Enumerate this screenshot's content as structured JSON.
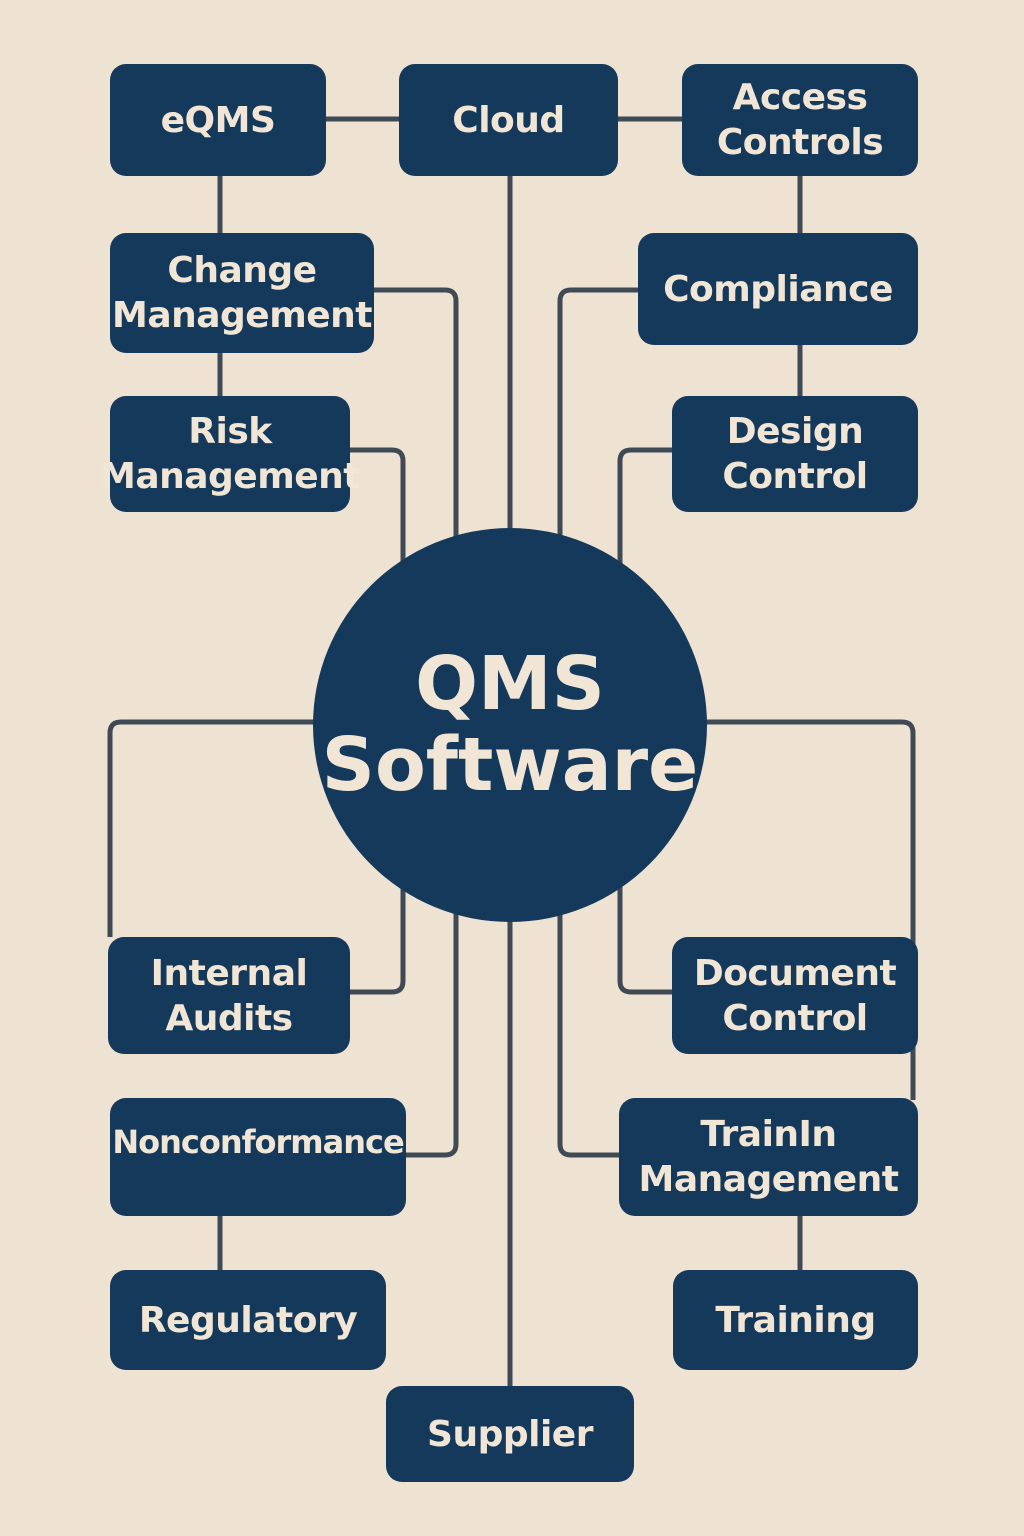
{
  "center": {
    "line1": "QMS",
    "line2": "Software"
  },
  "nodes": {
    "eqms": "eQMS",
    "cloud": "Cloud",
    "access_controls": "Access\nControls",
    "change_management": "Change\nManagement",
    "compliance": "Compliance",
    "risk_management": "Risk\nManagement",
    "design_control": "Design\nControl",
    "internal_audits": "Internal\nAudits",
    "document_control": "Document\nControl",
    "nonconformance": "Nonconformance",
    "trainin_management": "TrainIn\nManagement",
    "regulatory": "Regulatory",
    "training": "Training",
    "supplier": "Supplier"
  },
  "colors": {
    "background": "#eee2d2",
    "node": "#15395a",
    "text": "#f1e6d6",
    "line": "#3f4a55"
  }
}
